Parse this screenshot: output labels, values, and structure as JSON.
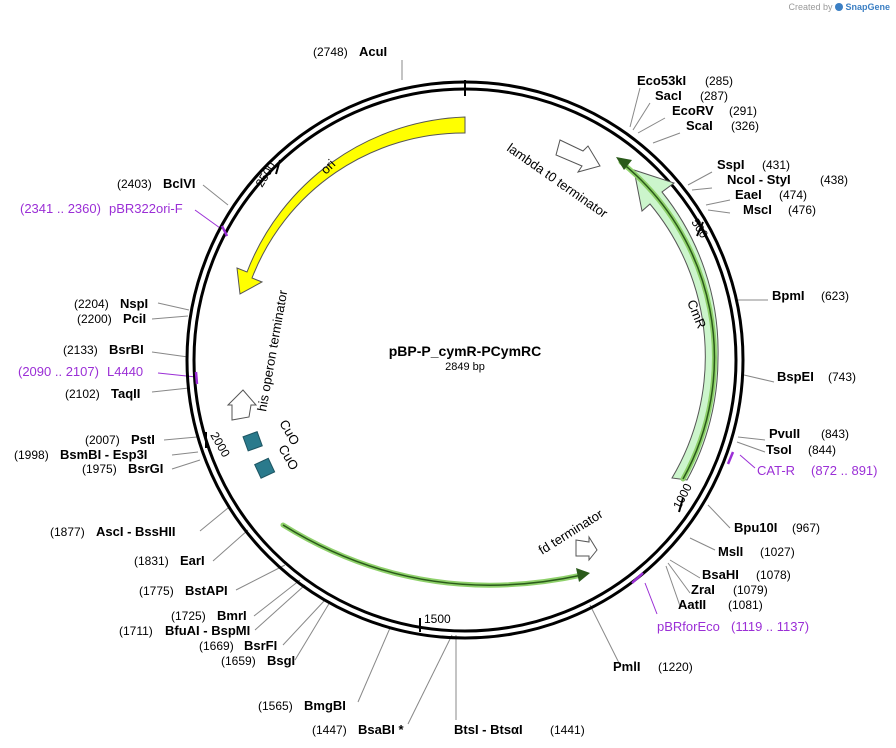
{
  "credit": {
    "prefix": "Created by",
    "brand": "SnapGene"
  },
  "plasmid": {
    "name": "pBP-P_cymR-PCymRC",
    "length": "2849 bp"
  },
  "ticks": [
    "500",
    "1000",
    "1500",
    "2000",
    "2500"
  ],
  "enzymes": [
    {
      "pos": "(2748)",
      "name": "AcuI"
    },
    {
      "pos": "(285)",
      "name": "Eco53kI"
    },
    {
      "pos": "(287)",
      "name": "SacI"
    },
    {
      "pos": "(291)",
      "name": "EcoRV"
    },
    {
      "pos": "(326)",
      "name": "ScaI"
    },
    {
      "pos": "(431)",
      "name": "SspI"
    },
    {
      "pos": "(438)",
      "name": "NcoI - StyI"
    },
    {
      "pos": "(474)",
      "name": "EaeI"
    },
    {
      "pos": "(476)",
      "name": "MscI"
    },
    {
      "pos": "(623)",
      "name": "BpmI"
    },
    {
      "pos": "(743)",
      "name": "BspEI"
    },
    {
      "pos": "(843)",
      "name": "PvuII"
    },
    {
      "pos": "(844)",
      "name": "TsoI"
    },
    {
      "pos": "(967)",
      "name": "Bpu10I"
    },
    {
      "pos": "(1027)",
      "name": "MslI"
    },
    {
      "pos": "(1078)",
      "name": "BsaHI"
    },
    {
      "pos": "(1079)",
      "name": "ZraI"
    },
    {
      "pos": "(1081)",
      "name": "AatII"
    },
    {
      "pos": "(1220)",
      "name": "PmlI"
    },
    {
      "pos": "(1441)",
      "name": "BtsI - BtsαI"
    },
    {
      "pos": "(1447)",
      "name": "BsaBI *"
    },
    {
      "pos": "(1565)",
      "name": "BmgBI"
    },
    {
      "pos": "(1659)",
      "name": "BsgI"
    },
    {
      "pos": "(1669)",
      "name": "BsrFI"
    },
    {
      "pos": "(1711)",
      "name": "BfuAI - BspMI"
    },
    {
      "pos": "(1725)",
      "name": "BmrI"
    },
    {
      "pos": "(1775)",
      "name": "BstAPI"
    },
    {
      "pos": "(1831)",
      "name": "EarI"
    },
    {
      "pos": "(1877)",
      "name": "AscI - BssHII"
    },
    {
      "pos": "(1975)",
      "name": "BsrGI"
    },
    {
      "pos": "(1998)",
      "name": "BsmBI - Esp3I"
    },
    {
      "pos": "(2007)",
      "name": "PstI"
    },
    {
      "pos": "(2102)",
      "name": "TaqII"
    },
    {
      "pos": "(2133)",
      "name": "BsrBI"
    },
    {
      "pos": "(2200)",
      "name": "PciI"
    },
    {
      "pos": "(2204)",
      "name": "NspI"
    },
    {
      "pos": "(2403)",
      "name": "BclVI"
    }
  ],
  "primers": [
    {
      "name": "CAT-R",
      "range": "(872 .. 891)"
    },
    {
      "name": "pBRforEco",
      "range": "(1119 .. 1137)"
    },
    {
      "name": "L4440",
      "range": "(2090 .. 2107)"
    },
    {
      "name": "pBR322ori-F",
      "range": "(2341 .. 2360)"
    }
  ],
  "features": [
    {
      "name": "ori",
      "color": "#ffff00"
    },
    {
      "name": "CmR",
      "color": "#ccf5cc"
    },
    {
      "name": "lambda t0 terminator",
      "color": "#ffffff"
    },
    {
      "name": "fd terminator",
      "color": "#ffffff"
    },
    {
      "name": "his operon terminator",
      "color": "#ffffff"
    },
    {
      "name": "CuO",
      "color": "#2a7a8c"
    },
    {
      "name": "CuO",
      "color": "#2a7a8c"
    }
  ],
  "colors": {
    "primer": "#9b2fd6",
    "mcs_arrow": "#8fd16b",
    "backbone": "#000000"
  }
}
